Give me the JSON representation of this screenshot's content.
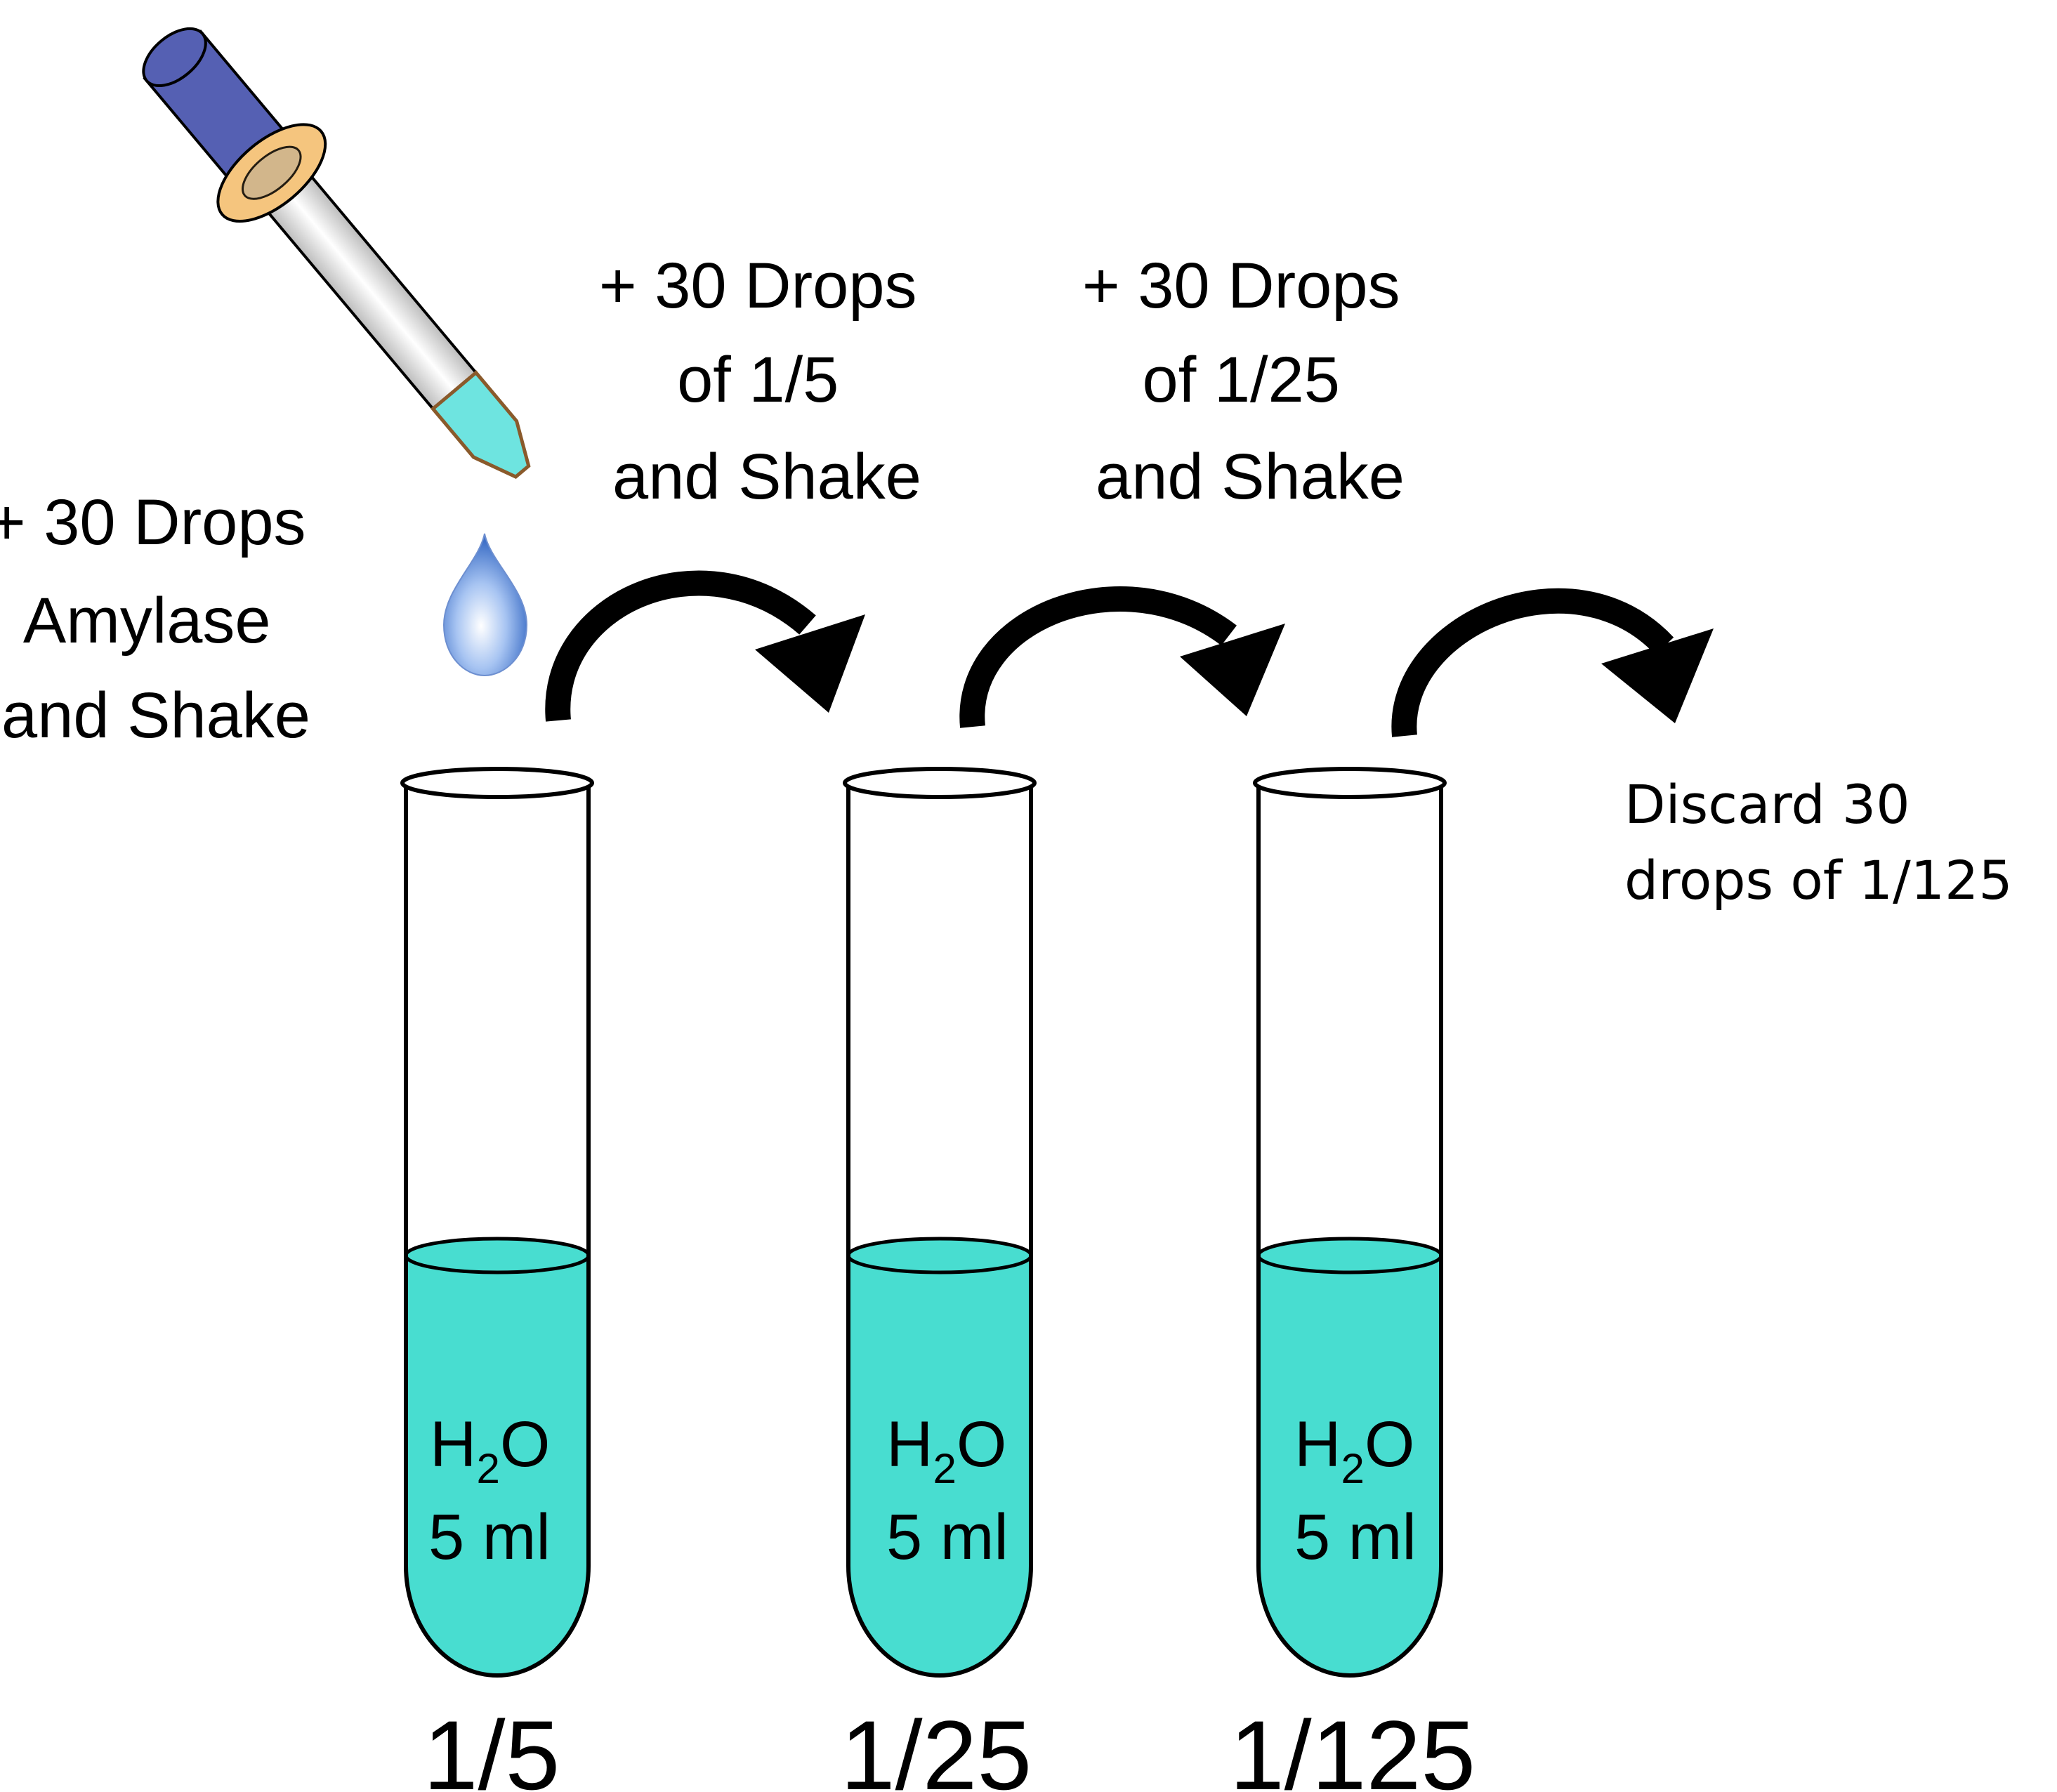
{
  "dropper": {
    "label_lines": [
      "+ 30 Drops",
      "Amylase",
      "and Shake"
    ],
    "colors": {
      "bulb": "#5560b3",
      "collar": "#f5c57e",
      "liquid": "#6ee4e0",
      "drop": "#a7c4f2"
    }
  },
  "transfers": [
    {
      "label_lines": [
        "+ 30 Drops",
        "of 1/5",
        "and Shake"
      ]
    },
    {
      "label_lines": [
        "+ 30 Drops",
        "of 1/25",
        "and Shake"
      ]
    }
  ],
  "discard": {
    "label_lines": [
      "Discard 30",
      "drops of 1/125"
    ]
  },
  "tubes": [
    {
      "contents_main": "H",
      "contents_sub": "2",
      "contents_tail": "O",
      "volume": "5 ml",
      "dilution": "1/5"
    },
    {
      "contents_main": "H",
      "contents_sub": "2",
      "contents_tail": "O",
      "volume": "5 ml",
      "dilution": "1/25"
    },
    {
      "contents_main": "H",
      "contents_sub": "2",
      "contents_tail": "O",
      "volume": "5 ml",
      "dilution": "1/125"
    }
  ],
  "colors": {
    "liquid": "#48ddd0",
    "outline": "#000000",
    "arrow": "#000000"
  }
}
